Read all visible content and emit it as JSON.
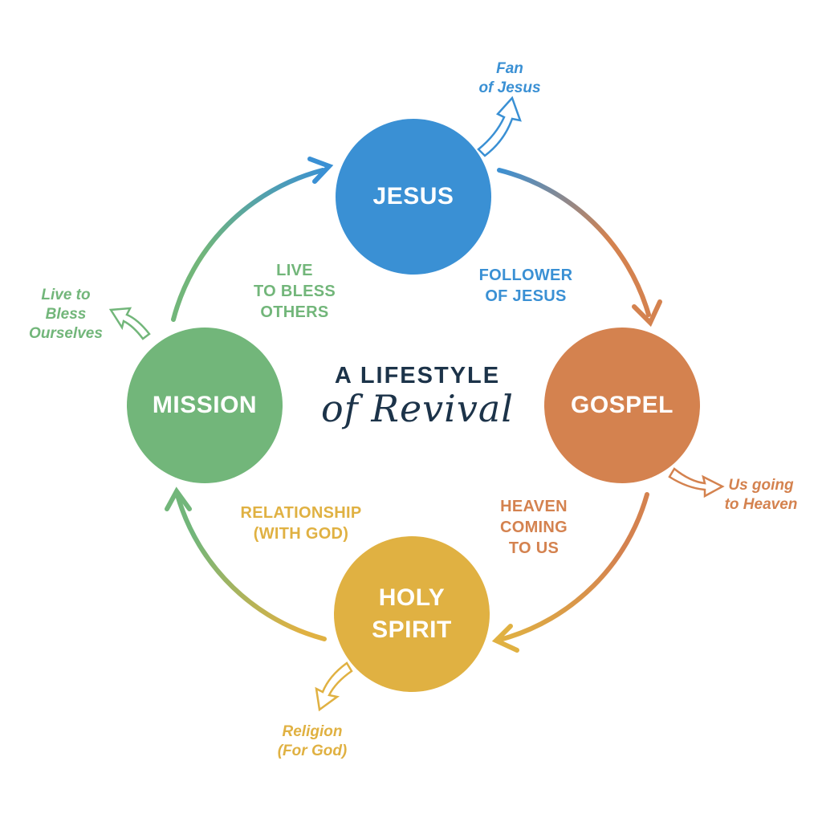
{
  "title": {
    "line1": "A LIFESTYLE",
    "line2": "of Revival"
  },
  "nodes": {
    "jesus": "JESUS",
    "gospel": "GOSPEL",
    "holy_spirit_1": "HOLY",
    "holy_spirit_2": "SPIRIT",
    "mission": "MISSION"
  },
  "cycle_labels": {
    "follower_1": "FOLLOWER",
    "follower_2": "OF JESUS",
    "heaven_1": "HEAVEN",
    "heaven_2": "COMING",
    "heaven_3": "TO US",
    "relationship_1": "RELATIONSHIP",
    "relationship_2": "(WITH GOD)",
    "live_1": "LIVE",
    "live_2": "TO BLESS",
    "live_3": "OTHERS"
  },
  "alternatives": {
    "fan_1": "Fan",
    "fan_2": "of Jesus",
    "us_going_1": "Us going",
    "us_going_2": "to Heaven",
    "religion_1": "Religion",
    "religion_2": "(For God)",
    "ourselves_1": "Live to",
    "ourselves_2": "Bless",
    "ourselves_3": "Ourselves"
  },
  "colors": {
    "blue": "#3a90d4",
    "orange": "#d4824f",
    "yellow": "#e0b142",
    "green": "#72b67a",
    "navy": "#1c3349"
  }
}
